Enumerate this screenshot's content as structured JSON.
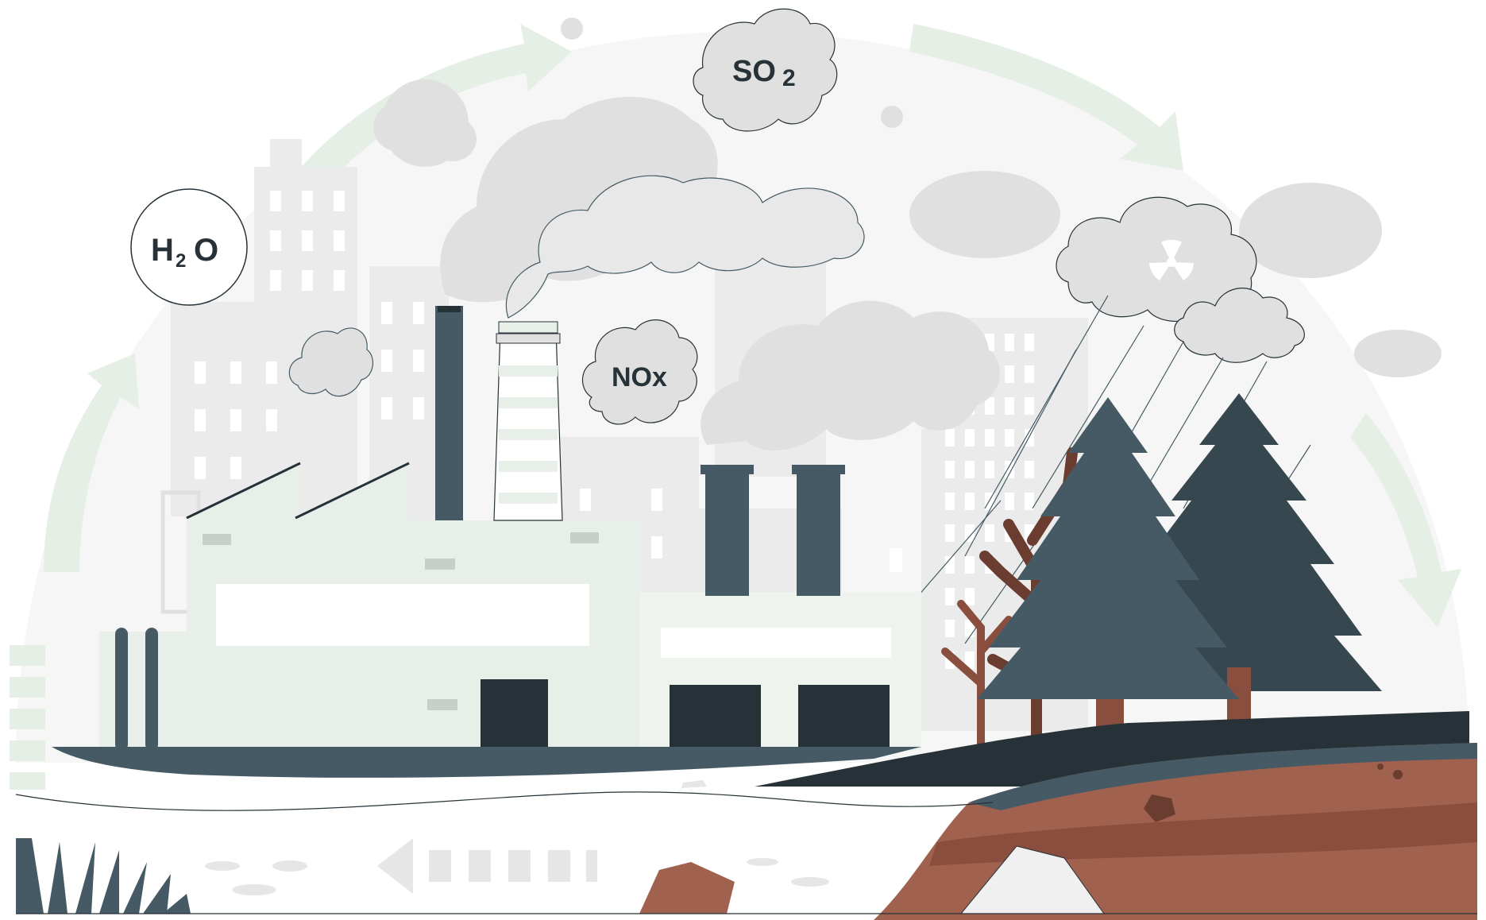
{
  "labels": {
    "h2o_main": "H",
    "h2o_sub": "2",
    "h2o_tail": "O",
    "so2_main": "SO",
    "so2_sub": "2",
    "nox": "NOx"
  },
  "colors": {
    "arc": "#e6efe6",
    "building": "#ebebeb",
    "window": "#ffffff",
    "smoke": "#e0e0e0",
    "factory": "#e8efe8",
    "chimney_dark": "#455a64",
    "door": "#263238",
    "road": "#455a64",
    "soil": "#a0614f",
    "soil_dark": "#8a4e3e",
    "dead_tree": "#6b3d30",
    "pine": "#455a64",
    "pine_dark": "#37474f",
    "water_line": "#263238"
  },
  "icons": {
    "radiation": "radiation-icon",
    "recycle_arrows": "cycle-arrow-icon",
    "fish": "fish-icon",
    "flow_arrow": "left-arrow-icon"
  }
}
